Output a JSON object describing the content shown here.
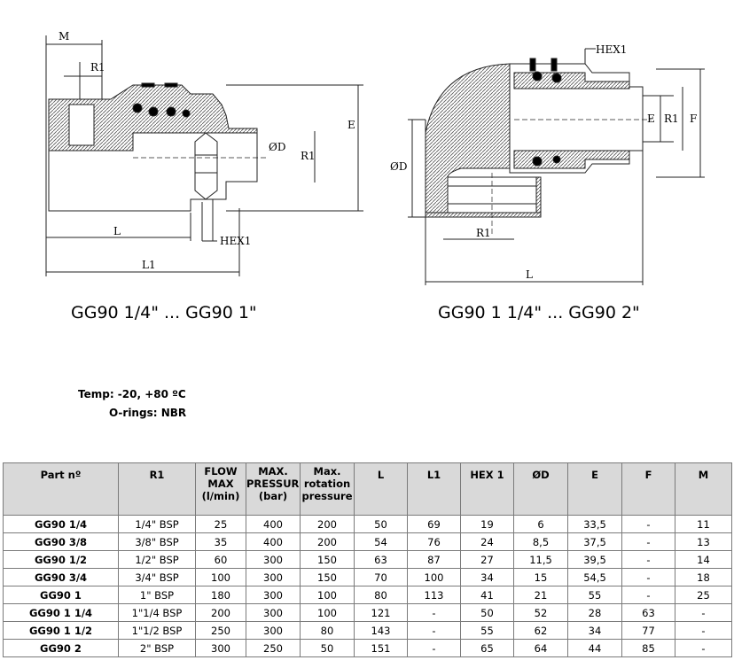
{
  "drawings": {
    "left": {
      "caption": "GG90 1/4\" ... GG90 1\"",
      "labels": {
        "m": "M",
        "r1_top": "R1",
        "e": "E",
        "od": "ØD",
        "r1_side": "R1",
        "l": "L",
        "hex": "HEX1",
        "l1": "L1"
      }
    },
    "right": {
      "caption": "GG90 1 1/4\" ... GG90 2\"",
      "labels": {
        "hex": "HEX1",
        "e": "E",
        "r1_side": "R1",
        "f": "F",
        "od": "ØD",
        "r1_bottom": "R1",
        "l": "L"
      }
    }
  },
  "specs": {
    "temp": "Temp: -20, +80 ºC",
    "orings": "O-rings: NBR"
  },
  "table": {
    "headers": [
      [
        "Part nº"
      ],
      [
        "R1"
      ],
      [
        "FLOW",
        "MAX",
        "(l/min)"
      ],
      [
        "MAX.",
        "PRESSURE",
        "(bar)"
      ],
      [
        "Max.",
        "rotation",
        "pressure"
      ],
      [
        "L"
      ],
      [
        "L1"
      ],
      [
        "HEX 1"
      ],
      [
        "ØD"
      ],
      [
        "E"
      ],
      [
        "F"
      ],
      [
        "M"
      ]
    ],
    "rows": [
      [
        "GG90 1/4",
        "1/4\" BSP",
        "25",
        "400",
        "200",
        "50",
        "69",
        "19",
        "6",
        "33,5",
        "-",
        "11"
      ],
      [
        "GG90 3/8",
        "3/8\" BSP",
        "35",
        "400",
        "200",
        "54",
        "76",
        "24",
        "8,5",
        "37,5",
        "-",
        "13"
      ],
      [
        "GG90 1/2",
        "1/2\" BSP",
        "60",
        "300",
        "150",
        "63",
        "87",
        "27",
        "11,5",
        "39,5",
        "-",
        "14"
      ],
      [
        "GG90 3/4",
        "3/4\" BSP",
        "100",
        "300",
        "150",
        "70",
        "100",
        "34",
        "15",
        "54,5",
        "-",
        "18"
      ],
      [
        "GG90 1",
        "1\" BSP",
        "180",
        "300",
        "100",
        "80",
        "113",
        "41",
        "21",
        "55",
        "-",
        "25"
      ],
      [
        "GG90 1 1/4",
        "1\"1/4 BSP",
        "200",
        "300",
        "100",
        "121",
        "-",
        "50",
        "52",
        "28",
        "63",
        "-"
      ],
      [
        "GG90 1 1/2",
        "1\"1/2 BSP",
        "250",
        "300",
        "80",
        "143",
        "-",
        "55",
        "62",
        "34",
        "77",
        "-"
      ],
      [
        "GG90 2",
        "2\" BSP",
        "300",
        "250",
        "50",
        "151",
        "-",
        "65",
        "64",
        "44",
        "85",
        "-"
      ]
    ]
  }
}
